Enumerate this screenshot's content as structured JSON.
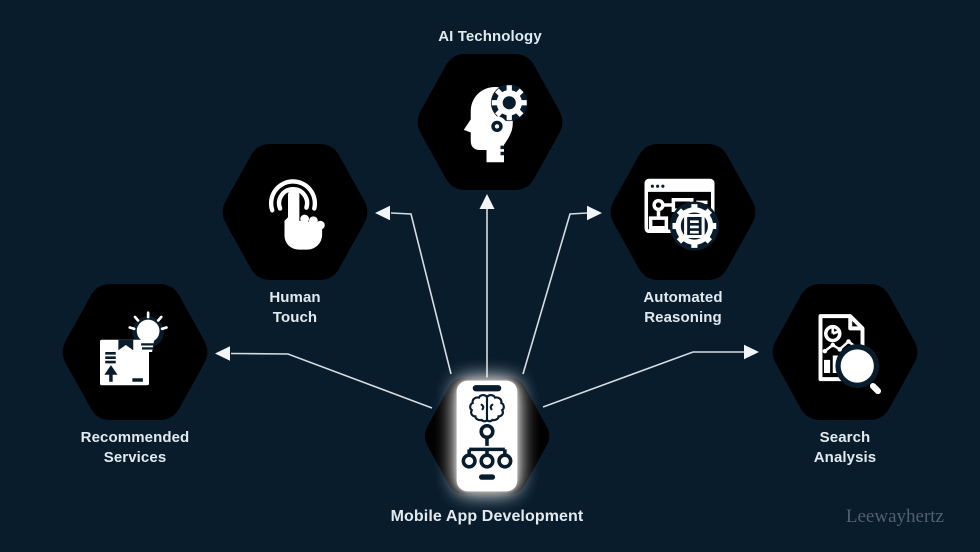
{
  "watermark": "Leewayhertz",
  "center": {
    "label": "Mobile App Development",
    "icon": "smartphone-brain-flowchart-icon"
  },
  "nodes": [
    {
      "id": "ai-technology",
      "line1": "AI Technology",
      "line2": "",
      "icon": "ai-head-gear-icon"
    },
    {
      "id": "human-touch",
      "line1": "Human",
      "line2": "Touch",
      "icon": "touch-tap-hand-icon"
    },
    {
      "id": "automated-reasoning",
      "line1": "Automated",
      "line2": "Reasoning",
      "icon": "browser-flowchart-gear-icon"
    },
    {
      "id": "recommended-services",
      "line1": "Recommended",
      "line2": "Services",
      "icon": "package-lightbulb-icon"
    },
    {
      "id": "search-analysis",
      "line1": "Search",
      "line2": "Analysis",
      "icon": "document-charts-magnifier-icon"
    }
  ],
  "colors": {
    "background": "#081c2c",
    "hexagon_border": "#1d7fc1",
    "connector": "#d7dcdf",
    "arrowhead": "#f2f5f7",
    "label_text": "#e3eaef",
    "watermark_text": "#4e6073",
    "icon": "#ffffff"
  }
}
